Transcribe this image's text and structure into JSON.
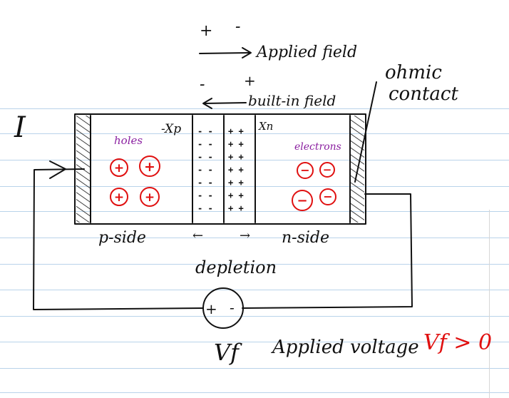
{
  "labels": {
    "current": "I",
    "field_top_plus": "+",
    "field_top_minus": "-",
    "applied_field": "Applied field",
    "builtin_minus": "-",
    "builtin_plus": "+",
    "builtin_field": "built-in field",
    "ohmic_line1": "ohmic",
    "ohmic_line2": "contact",
    "neg_xp": "-Xp",
    "xn": "Xn",
    "holes": "holes",
    "electrons": "electrons",
    "p_side": "p-side",
    "n_side": "n-side",
    "depletion_left_arrow": "←",
    "depletion_right_arrow": "→",
    "depletion": "depletion",
    "battery_plus": "+",
    "battery_minus": "-",
    "vf": "Vf",
    "applied_voltage": "Applied voltage",
    "vf_condition": "Vf > 0"
  },
  "carriers": {
    "hole_sign": "+",
    "electron_sign": "−",
    "depletion_neg_row": "- -",
    "depletion_pos_row": "+ +"
  },
  "colors": {
    "ink": "#111111",
    "red": "#e01010",
    "purple": "#8a1fa0",
    "rule": "#b9d3ea"
  }
}
